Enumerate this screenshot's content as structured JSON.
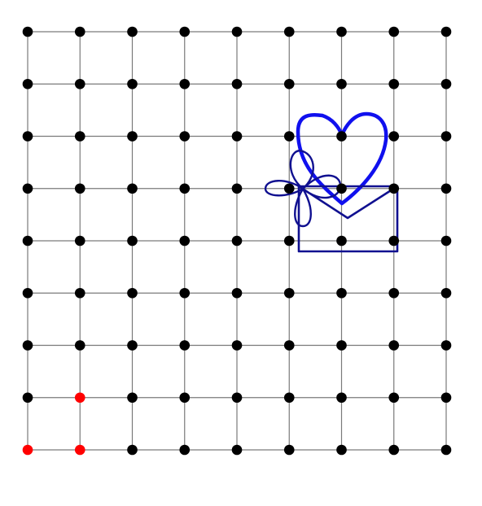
{
  "grid": {
    "columns": 9,
    "rows": 9,
    "line_color": "#7a7a7a",
    "dot_color": "#000000",
    "highlight_color": "#ff0000",
    "highlighted_points": [
      {
        "col": 0,
        "row": 0
      },
      {
        "col": 1,
        "row": 0
      },
      {
        "col": 1,
        "row": 1
      }
    ]
  },
  "drawing": {
    "heart_color": "#1010ee",
    "envelope_color": "#101090",
    "flower_color": "#101090"
  }
}
